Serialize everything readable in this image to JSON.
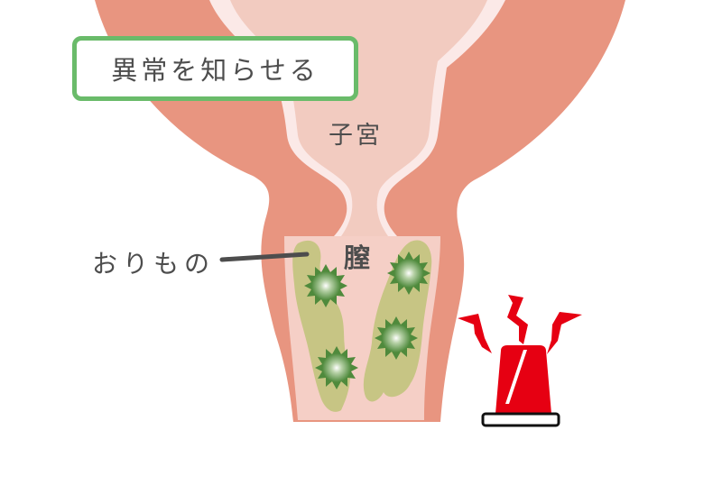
{
  "title": "異常を知らせる",
  "labels": {
    "uterus": "子宮",
    "vagina": "膣",
    "discharge": "おりもの"
  },
  "icons": {
    "alarm": "warning-siren-icon",
    "germs": "germ-icon"
  },
  "colors": {
    "uterus_wall": "#e89580",
    "uterus_lining": "#fbe9e7",
    "uterus_cavity": "#f2cbc0",
    "vagina_inner": "#f5cfc6",
    "discharge": "#c7c584",
    "germ_dark": "#4f8a3c",
    "germ_light": "#ffffff",
    "title_border": "#6abb6a",
    "text": "#4d4d4d",
    "siren_red": "#e60012",
    "siren_base_border": "#111111"
  }
}
